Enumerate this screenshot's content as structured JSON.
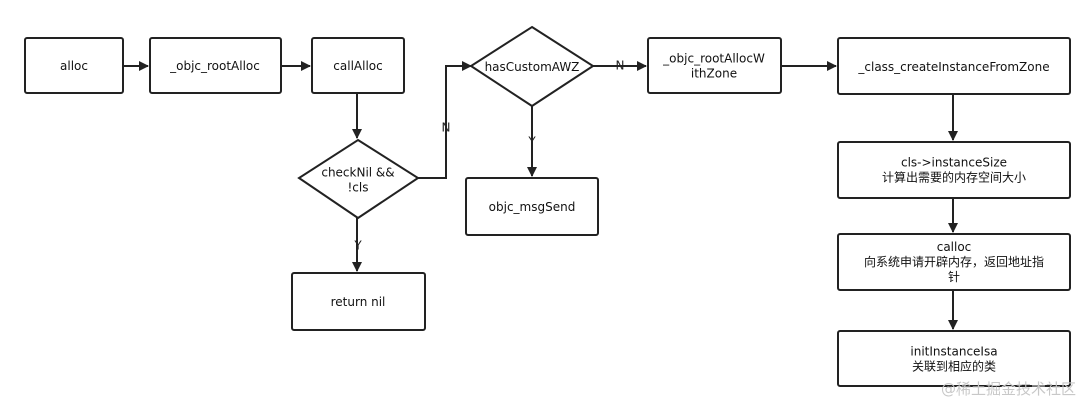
{
  "nodes": {
    "alloc": {
      "lines": [
        "alloc"
      ]
    },
    "objc_rootAlloc": {
      "lines": [
        "_objc_rootAlloc"
      ]
    },
    "callAlloc": {
      "lines": [
        "callAlloc"
      ]
    },
    "checkNil": {
      "lines": [
        "checkNil &&",
        "!cls"
      ]
    },
    "hasCustomAWZ": {
      "lines": [
        "hasCustomAWZ"
      ]
    },
    "objc_msgSend": {
      "lines": [
        "objc_msgSend"
      ]
    },
    "returnNil": {
      "lines": [
        "return nil"
      ]
    },
    "objc_rootAllocWithZone": {
      "lines": [
        "_objc_rootAllocW",
        "ithZone"
      ]
    },
    "class_createInstanceFromZone": {
      "lines": [
        "_class_createInstanceFromZone"
      ]
    },
    "instanceSize": {
      "lines": [
        "cls->instanceSize",
        "计算出需要的内存空间大小"
      ]
    },
    "calloc": {
      "lines": [
        "calloc",
        "向系统申请开辟内存，返回地址指",
        "针"
      ]
    },
    "initInstanceIsa": {
      "lines": [
        "initInstanceIsa",
        "关联到相应的类"
      ]
    }
  },
  "edges": {
    "checkNil_to_hasCustomAWZ": "N",
    "checkNil_to_returnNil": "Y",
    "hasCustomAWZ_to_rootAllocWithZone": "N",
    "hasCustomAWZ_to_msgSend": "Y"
  },
  "colors": {
    "stroke": "#222222",
    "node_fill": "#ffffff",
    "text": "#111111"
  },
  "watermark": "@稀土掘金技术社区"
}
